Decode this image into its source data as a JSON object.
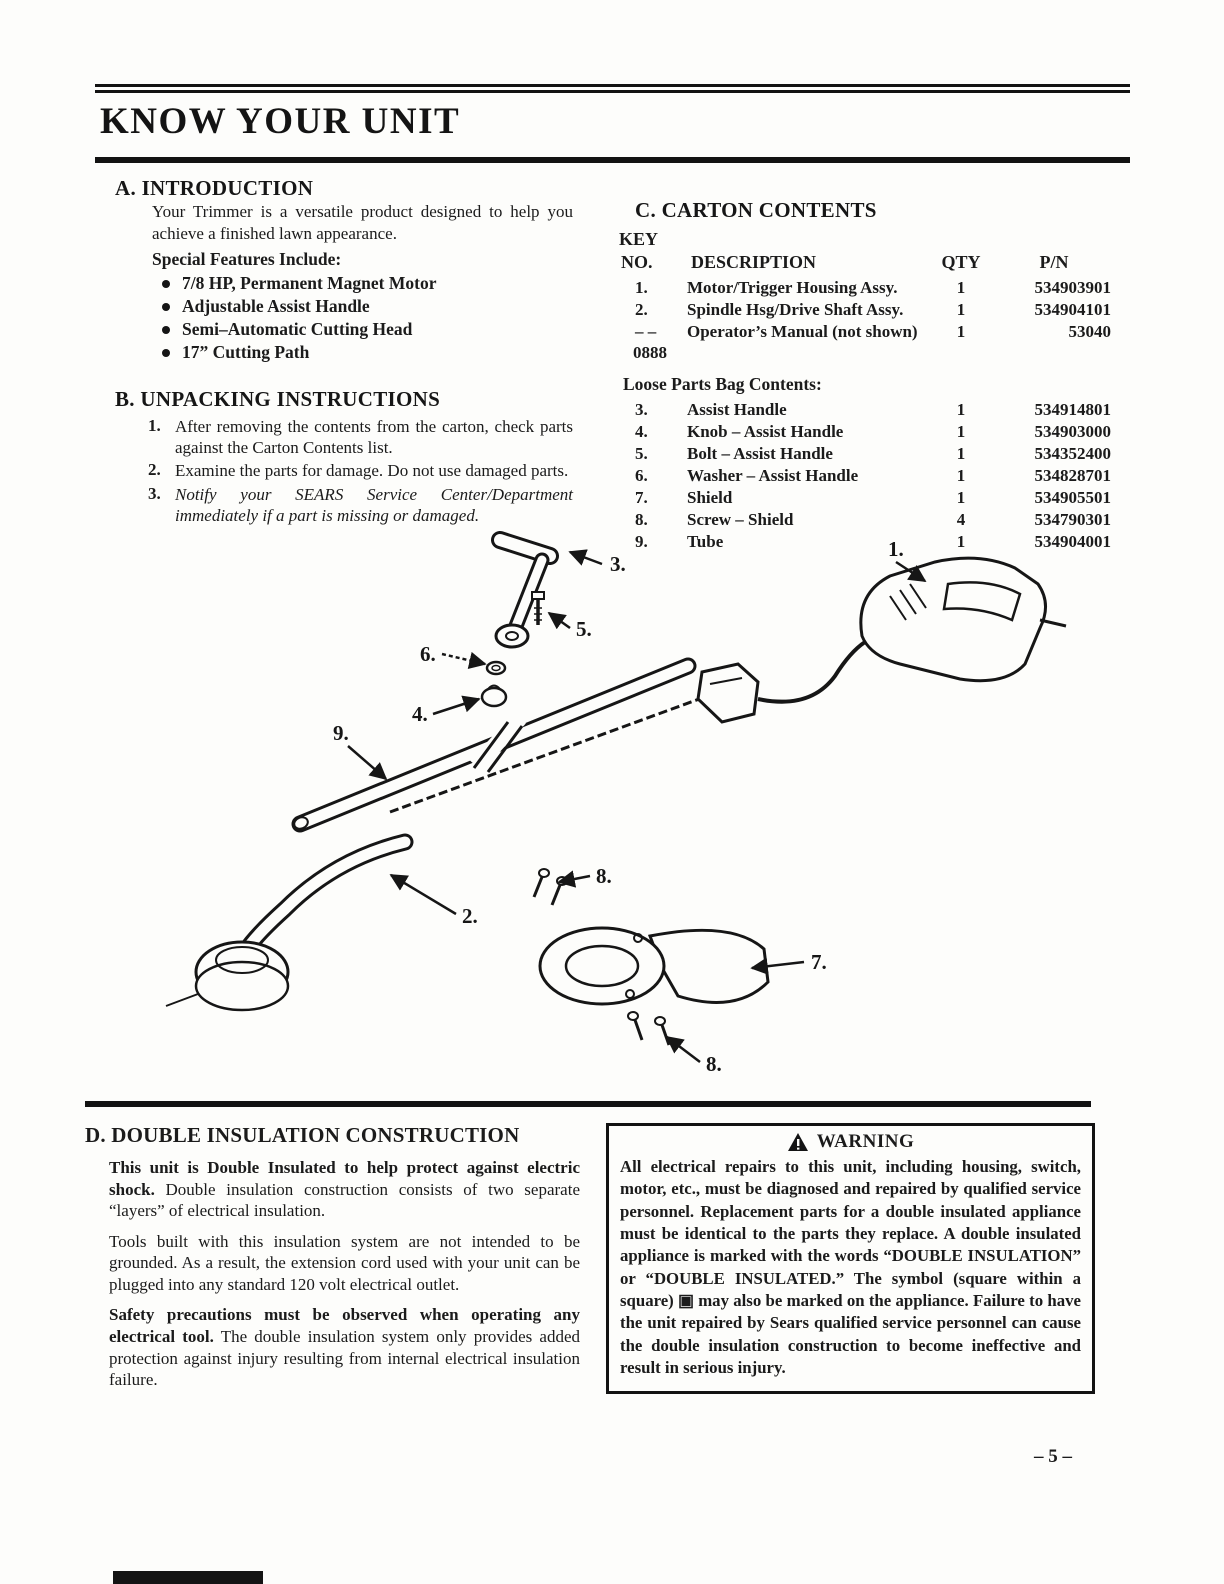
{
  "page": {
    "title": "KNOW YOUR UNIT",
    "page_number": "– 5 –"
  },
  "introduction": {
    "heading": "A.  INTRODUCTION",
    "body": "Your Trimmer is a versatile product designed to help you achieve a finished lawn appearance.",
    "features_label": "Special Features Include:",
    "features": [
      "7/8 HP, Permanent Magnet Motor",
      "Adjustable Assist Handle",
      "Semi–Automatic Cutting Head",
      "17” Cutting Path"
    ]
  },
  "unpacking": {
    "heading": "B.  UNPACKING INSTRUCTIONS",
    "steps": [
      {
        "num": "1.",
        "text": "After removing the contents from the carton, check parts against the Carton Contents list."
      },
      {
        "num": "2.",
        "text": "Examine the parts for damage.  Do not use damaged parts."
      },
      {
        "num": "3.",
        "text": "Notify your SEARS Service Center/Department immediately if a part is missing or damaged."
      }
    ]
  },
  "carton": {
    "heading": "C.  CARTON CONTENTS",
    "key_label": "KEY",
    "columns": {
      "no": "NO.",
      "description": "DESCRIPTION",
      "qty": "QTY",
      "pn": "P/N"
    },
    "items": [
      {
        "no": "1.",
        "description": "Motor/Trigger Housing Assy.",
        "qty": "1",
        "pn": "534903901",
        "cont": ""
      },
      {
        "no": "2.",
        "description": "Spindle Hsg/Drive Shaft Assy.",
        "qty": "1",
        "pn": "534904101",
        "cont": ""
      },
      {
        "no": "– –",
        "description": "Operator’s Manual (not shown)",
        "qty": "1",
        "pn": "53040",
        "cont": "0888"
      }
    ],
    "loose_label": "Loose Parts Bag Contents:",
    "loose_items": [
      {
        "no": "3.",
        "description": "Assist Handle",
        "qty": "1",
        "pn": "534914801"
      },
      {
        "no": "4.",
        "description": "Knob – Assist Handle",
        "qty": "1",
        "pn": "534903000"
      },
      {
        "no": "5.",
        "description": "Bolt – Assist Handle",
        "qty": "1",
        "pn": "534352400"
      },
      {
        "no": "6.",
        "description": "Washer – Assist Handle",
        "qty": "1",
        "pn": "534828701"
      },
      {
        "no": "7.",
        "description": "Shield",
        "qty": "1",
        "pn": "534905501"
      },
      {
        "no": "8.",
        "description": "Screw – Shield",
        "qty": "4",
        "pn": "534790301"
      },
      {
        "no": "9.",
        "description": "Tube",
        "qty": "1",
        "pn": "534904001"
      }
    ]
  },
  "diagram": {
    "callouts": [
      "3.",
      "5.",
      "6.",
      "4.",
      "9.",
      "1.",
      "2.",
      "8.",
      "7.",
      "8."
    ]
  },
  "double_insulation": {
    "heading": "D. DOUBLE INSULATION CONSTRUCTION",
    "paragraphs": [
      {
        "lead": "This unit is Double Insulated to help protect against electric shock.",
        "rest": "  Double insulation construction consists of two separate “layers” of electrical insulation."
      },
      {
        "lead": "",
        "rest": "Tools built with this insulation system are not intended to be grounded.  As a result, the extension cord used with your unit can be plugged into any standard 120 volt electrical outlet."
      },
      {
        "lead": "Safety precautions must be observed when operating any electrical tool.",
        "rest": "  The double insulation system only provides added protection against injury resulting from internal electrical insulation failure."
      }
    ]
  },
  "warning": {
    "title": "WARNING",
    "body": "All electrical repairs to this unit, including housing, switch, motor, etc., must be diagnosed and repaired by qualified service personnel.  Replacement parts for a double insulated appliance must be identical to the parts they replace.  A double insulated appliance is marked with the words “DOUBLE INSULATION” or “DOUBLE INSULATED.”  The symbol (square within a square) ▣  may also be marked on the appliance.  Failure to have the unit repaired by Sears qualified service personnel can cause the double insulation construction to become ineffective and result in serious injury."
  }
}
